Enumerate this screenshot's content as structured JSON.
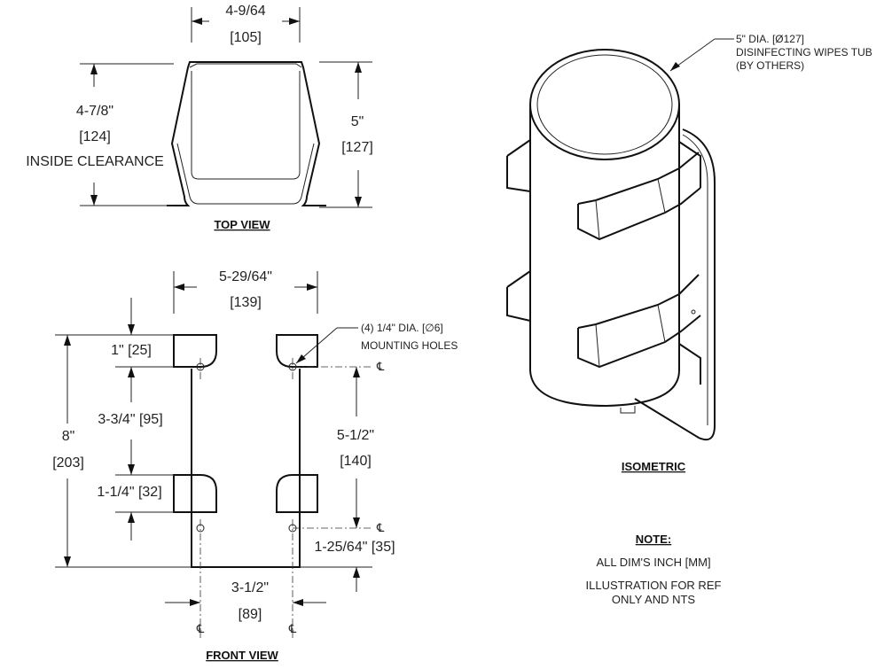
{
  "top_view": {
    "width_in": "4-9/64",
    "width_mm": "[105]",
    "clearance_in": "4-7/8\"",
    "clearance_mm": "[124]",
    "clearance_label": "INSIDE CLEARANCE",
    "height_in": "5\"",
    "height_mm": "[127]",
    "title": "TOP VIEW"
  },
  "front_view": {
    "width_in": "5-29/64\"",
    "width_mm": "[139]",
    "top_gap": "1\" [25]",
    "upper_span": "3-3/4\" [95]",
    "total_in": "8\"",
    "total_mm": "[203]",
    "clip_height": "1-1/4\" [32]",
    "hole_spacing_in": "5-1/2\"",
    "hole_spacing_mm": "[140]",
    "bottom_offset": "1-25/64\" [35]",
    "hole_width_in": "3-1/2\"",
    "hole_width_mm": "[89]",
    "holes_line1": "(4) 1/4\" DIA. [∅6]",
    "holes_line2": "MOUNTING HOLES",
    "centerline_symbol": "℄",
    "title": "FRONT VIEW"
  },
  "isometric": {
    "tub_line1": "5\" DIA. [Ø127]",
    "tub_line2": "DISINFECTING WIPES TUB",
    "tub_line3": "(BY OTHERS)",
    "title": "ISOMETRIC"
  },
  "note": {
    "title": "NOTE:",
    "line1": "ALL DIM'S INCH [MM]",
    "line2": "ILLUSTRATION FOR REF",
    "line3": "ONLY AND NTS"
  }
}
